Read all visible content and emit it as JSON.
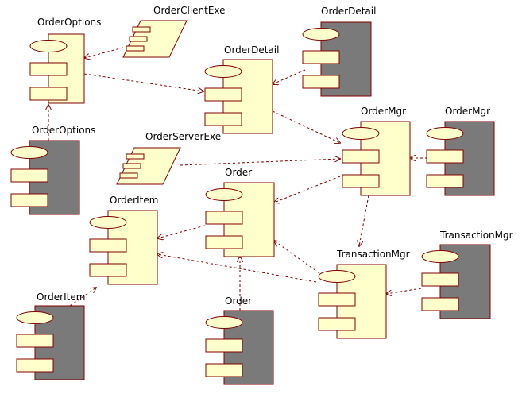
{
  "colors": {
    "component_fill": "#ffffcc",
    "component_stroke": "#800000",
    "implementation_fill": "#7a7a7a",
    "dependency_line": "#800000",
    "background": "#ffffff"
  },
  "components": [
    {
      "id": "order-options",
      "kind": "component",
      "label": "OrderOptions"
    },
    {
      "id": "order-client-exe",
      "kind": "executable",
      "label": "OrderClientExe"
    },
    {
      "id": "order-detail-impl",
      "kind": "implementation",
      "label": "OrderDetail"
    },
    {
      "id": "order-detail",
      "kind": "component",
      "label": "OrderDetail"
    },
    {
      "id": "order-options-impl",
      "kind": "implementation",
      "label": "OrderOptions"
    },
    {
      "id": "order-mgr",
      "kind": "component",
      "label": "OrderMgr"
    },
    {
      "id": "order-mgr-impl",
      "kind": "implementation",
      "label": "OrderMgr"
    },
    {
      "id": "order-server-exe",
      "kind": "executable",
      "label": "OrderServerExe"
    },
    {
      "id": "order",
      "kind": "component",
      "label": "Order"
    },
    {
      "id": "order-item",
      "kind": "component",
      "label": "OrderItem"
    },
    {
      "id": "transaction-mgr-impl",
      "kind": "implementation",
      "label": "TransactionMgr"
    },
    {
      "id": "transaction-mgr",
      "kind": "component",
      "label": "TransactionMgr"
    },
    {
      "id": "order-item-impl",
      "kind": "implementation",
      "label": "OrderItem"
    },
    {
      "id": "order-impl",
      "kind": "implementation",
      "label": "Order"
    }
  ],
  "dependencies": [
    {
      "from": "order-client-exe",
      "to": "order-options"
    },
    {
      "from": "order-options",
      "to": "order-detail"
    },
    {
      "from": "order-detail-impl",
      "to": "order-detail"
    },
    {
      "from": "order-options-impl",
      "to": "order-options"
    },
    {
      "from": "order-detail",
      "to": "order-mgr"
    },
    {
      "from": "order-mgr-impl",
      "to": "order-mgr"
    },
    {
      "from": "order-server-exe",
      "to": "order-mgr"
    },
    {
      "from": "order-mgr",
      "to": "order"
    },
    {
      "from": "order-mgr",
      "to": "transaction-mgr"
    },
    {
      "from": "order",
      "to": "order-item"
    },
    {
      "from": "order-impl",
      "to": "order"
    },
    {
      "from": "transaction-mgr",
      "to": "order-item"
    },
    {
      "from": "transaction-mgr",
      "to": "order"
    },
    {
      "from": "transaction-mgr-impl",
      "to": "transaction-mgr"
    },
    {
      "from": "order-item-impl",
      "to": "order-item"
    }
  ]
}
